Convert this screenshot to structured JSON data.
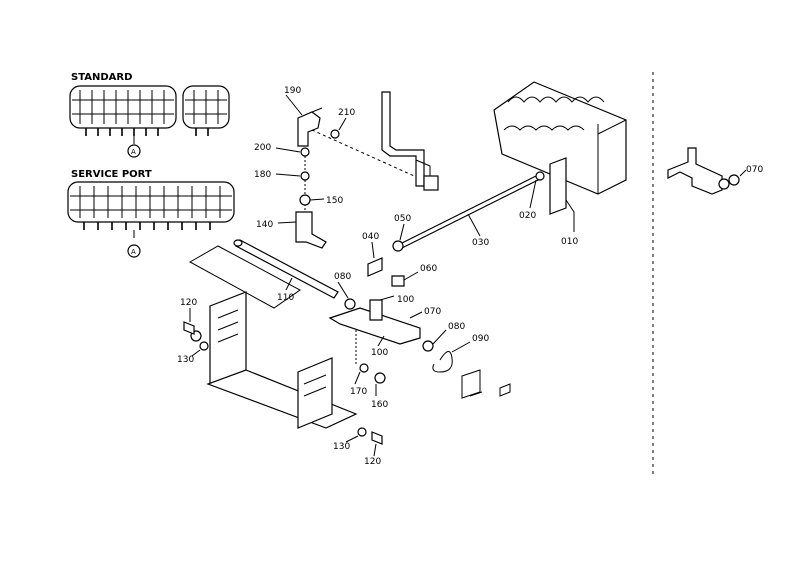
{
  "headings": {
    "standard": "STANDARD",
    "service_port": "SERVICE PORT",
    "marker_a": "A"
  },
  "part_numbers": {
    "p190": "190",
    "p210": "210",
    "p200": "200",
    "p180": "180",
    "p150": "150",
    "p140": "140",
    "p110": "110",
    "p050": "050",
    "p040": "040",
    "p060": "060",
    "p080a": "080",
    "p100a": "100",
    "p070": "070",
    "p080b": "080",
    "p090": "090",
    "p100b": "100",
    "p170": "170",
    "p160": "160",
    "p120a": "120",
    "p130a": "130",
    "p130b": "130",
    "p120b": "120",
    "p030": "030",
    "p020": "020",
    "p010": "010",
    "p070_inset": "070"
  }
}
